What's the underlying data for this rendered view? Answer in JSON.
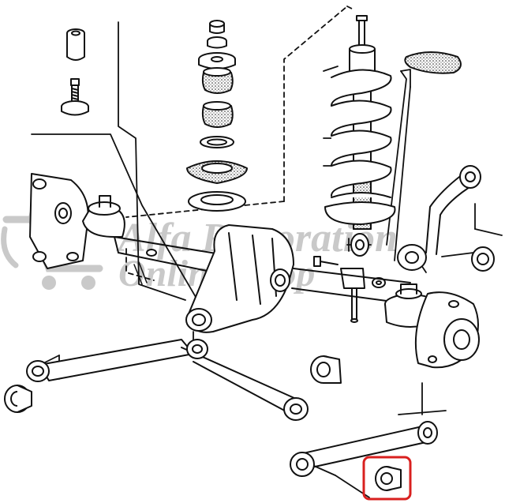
{
  "watermark": {
    "line1": "Alfa Restoration",
    "line2": "Online Shop",
    "color": "#c9c9c9"
  },
  "highlight": {
    "part": "bushing",
    "color": "#d9201f"
  },
  "line_color": "#111111",
  "icons": [
    "shopping-cart-icon"
  ]
}
